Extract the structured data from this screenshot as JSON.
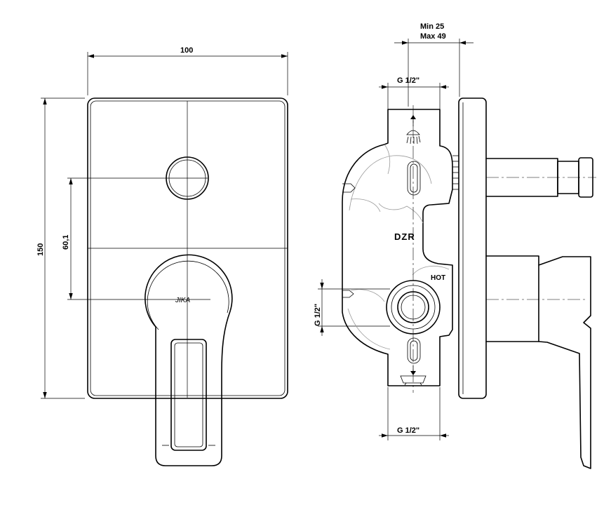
{
  "front_view": {
    "width_label": "100",
    "height_label": "150",
    "center_distance_label": "60,1",
    "brand_logo": "JIKA"
  },
  "side_view": {
    "depth_label_min": "Min 25",
    "depth_label_max": "Max 49",
    "top_outlet_label": "G 1/2\"",
    "left_inlet_label": "G 1/2\"",
    "bottom_outlet_label": "G 1/2\"",
    "body_mark": "DZR",
    "hot_mark": "HOT"
  },
  "icons": {
    "top_outlet": "shower-head-icon",
    "bottom_outlet": "bathtub-icon"
  }
}
